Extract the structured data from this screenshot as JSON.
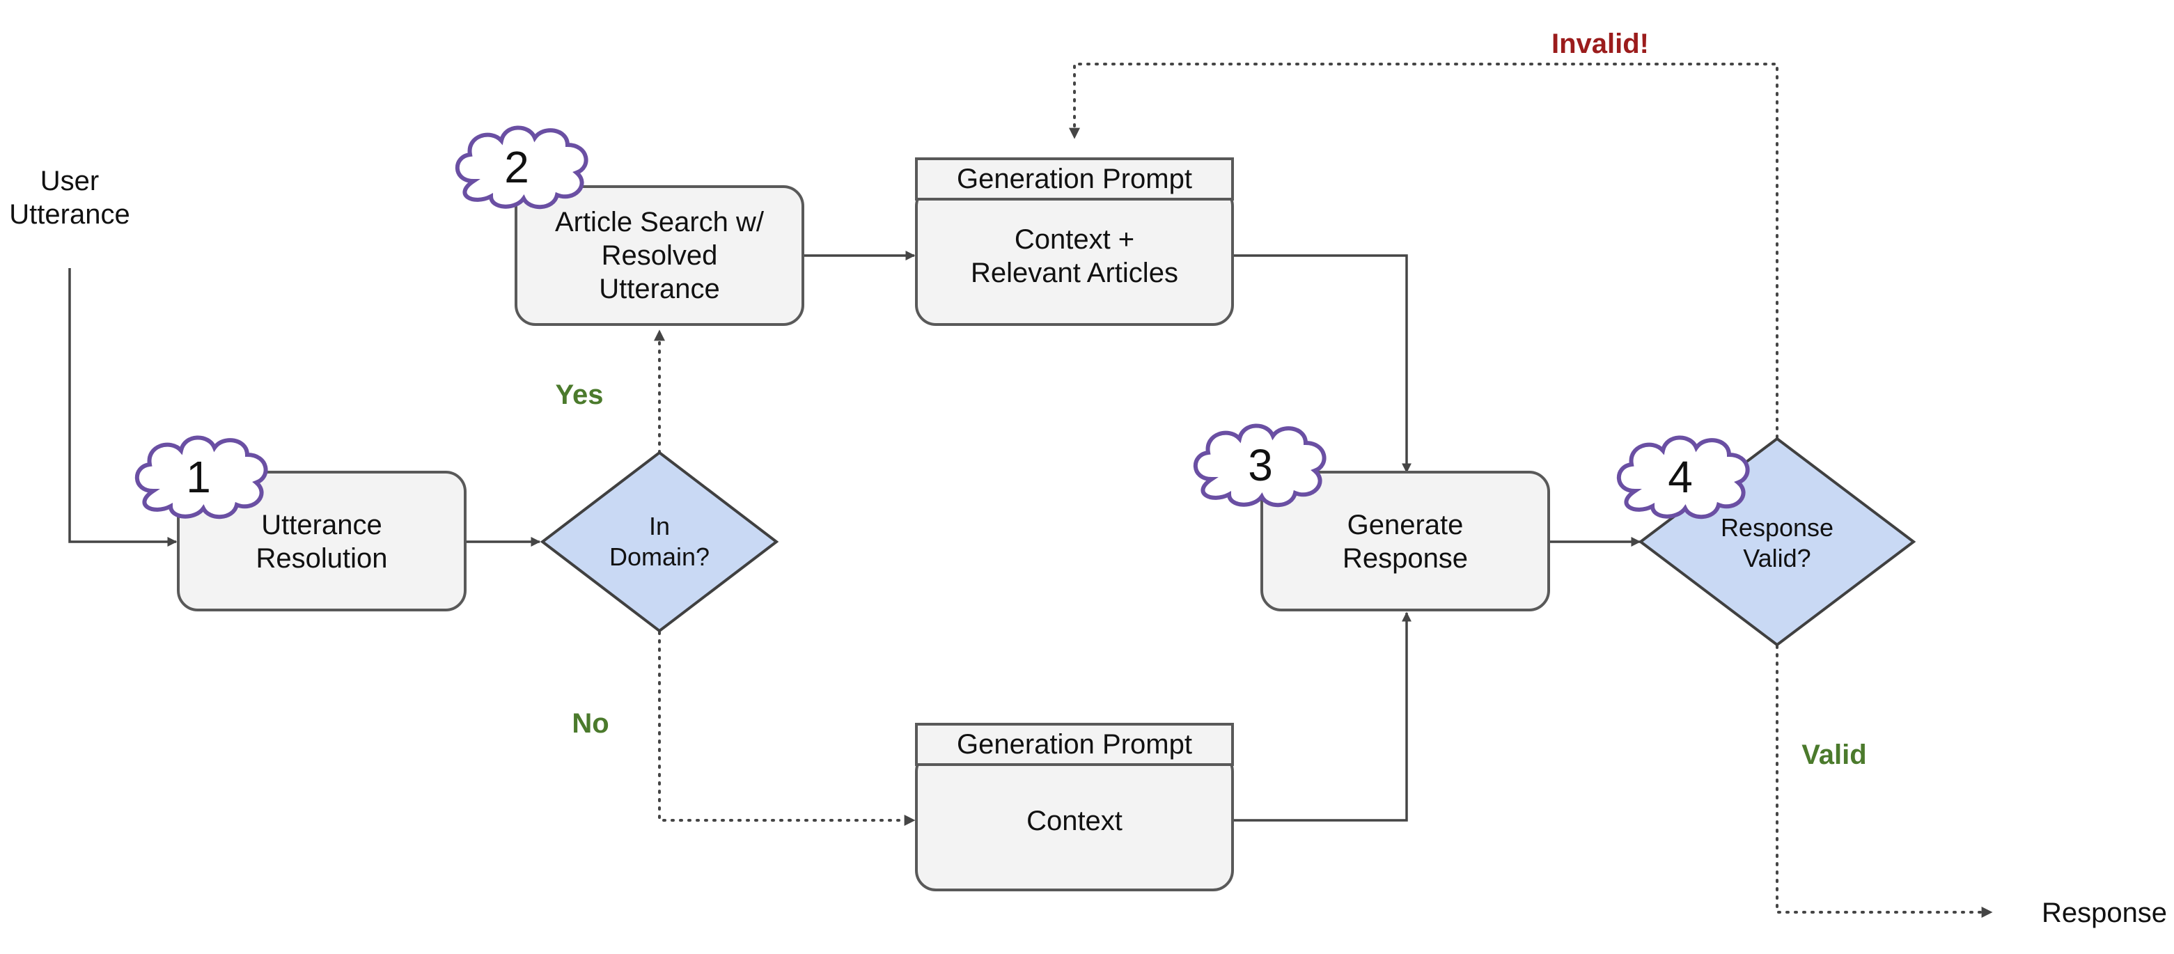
{
  "nodes": {
    "user_utterance": [
      "User",
      "Utterance"
    ],
    "utterance_resolution": [
      "Utterance",
      "Resolution"
    ],
    "in_domain": [
      "In",
      "Domain?"
    ],
    "article_search": [
      "Article Search w/",
      "Resolved",
      "Utterance"
    ],
    "prompt_top": {
      "header": "Generation Prompt",
      "body": [
        "Context +",
        "Relevant Articles"
      ]
    },
    "prompt_bottom": {
      "header": "Generation Prompt",
      "body": [
        "Context"
      ]
    },
    "generate_response": [
      "Generate",
      "Response"
    ],
    "response_valid": [
      "Response",
      "Valid?"
    ],
    "response": "Response"
  },
  "steps": [
    "1",
    "2",
    "3",
    "4"
  ],
  "edge_labels": {
    "yes": "Yes",
    "no": "No",
    "invalid": "Invalid!",
    "valid": "Valid"
  },
  "colors": {
    "box_fill": "#f3f3f3",
    "diamond_fill": "#c9d9f4",
    "cloud_stroke": "#6a4fa3",
    "positive_label": "#4b7a2c",
    "negative_label": "#9b1c1c"
  }
}
